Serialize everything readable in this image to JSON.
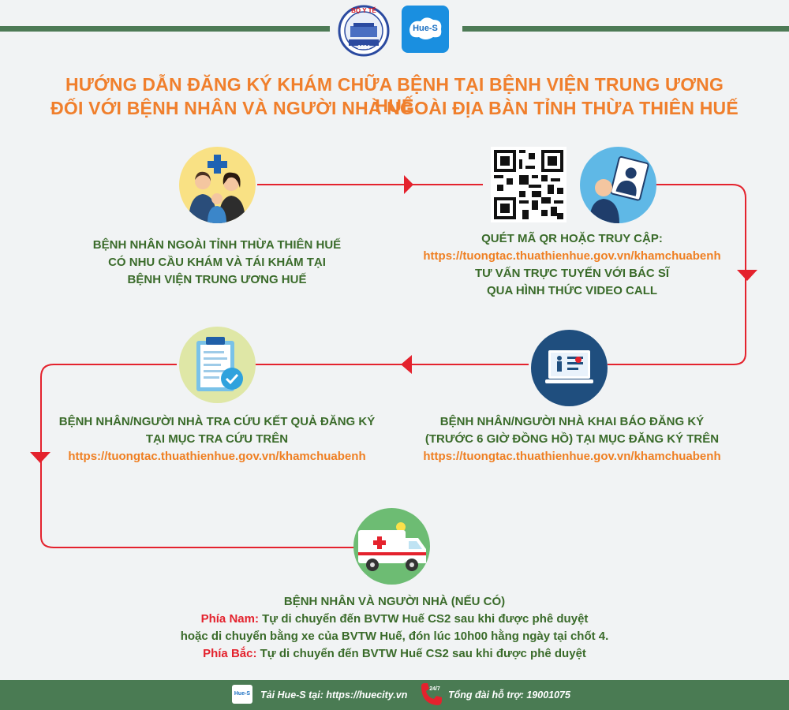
{
  "header": {
    "title_line1": "HƯỚNG DẪN ĐĂNG KÝ KHÁM CHỮA BỆNH TẠI BỆNH VIỆN TRUNG ƯƠNG HUẾ",
    "title_line2": "ĐỐI VỚI BỆNH NHÂN VÀ NGƯỜI NHÀ NGOÀI ĐỊA BÀN TỈNH THỪA THIÊN HUẾ",
    "logo_left_text_top": "BỘ Y TẾ",
    "logo_left_text_year": "1894",
    "logo_right_text": "Hue-S"
  },
  "steps": {
    "step1": {
      "line1": "BỆNH NHÂN NGOÀI TỈNH THỪA THIÊN HUẾ",
      "line2": "CÓ NHU CẦU KHÁM VÀ TÁI KHÁM TẠI",
      "line3": "BỆNH VIỆN TRUNG ƯƠNG HUẾ"
    },
    "step2": {
      "line1": "QUÉT MÃ QR HOẶC TRUY CẬP:",
      "link": "https://tuongtac.thuathienhue.gov.vn/khamchuabenh",
      "line3": "TƯ VẤN TRỰC TUYẾN VỚI BÁC SĨ",
      "line4": "QUA HÌNH THỨC VIDEO CALL"
    },
    "step3": {
      "line1": "BỆNH NHÂN/NGƯỜI NHÀ KHAI BÁO ĐĂNG KÝ",
      "line2": "(TRƯỚC 6 GIỜ ĐỒNG HỒ) TẠI MỤC ĐĂNG KÝ TRÊN",
      "link": "https://tuongtac.thuathienhue.gov.vn/khamchuabenh"
    },
    "step4": {
      "line1": "BỆNH NHÂN/NGƯỜI NHÀ TRA CỨU KẾT QUẢ ĐĂNG KÝ",
      "line2": "TẠI MỤC TRA CỨU TRÊN",
      "link": "https://tuongtac.thuathienhue.gov.vn/khamchuabenh"
    },
    "step5": {
      "line1": "BỆNH NHÂN VÀ NGƯỜI NHÀ (NẾU CÓ)",
      "south_label": "Phía Nam:",
      "south_text": "Tự di chuyển đến BVTW Huế CS2 sau khi được phê duyệt",
      "south_text2": "hoặc di chuyển bằng xe của BVTW Huế, đón lúc 10h00 hằng ngày tại chốt 4.",
      "north_label": "Phía Bắc:",
      "north_text": "Tự di chuyển đến BVTW Huế CS2 sau khi được phê duyệt"
    }
  },
  "footer": {
    "app_icon_text": "Hue-S",
    "download_text": "Tải Hue-S tại: https://huecity.vn",
    "hotline_icon_text": "24/7",
    "hotline_text": "Tổng đài hỗ trợ: 19001075"
  },
  "colors": {
    "accent_orange": "#f07f2c",
    "flow_red": "#e4222d",
    "text_green": "#3a6b2a",
    "bar_green": "#4a7b53"
  }
}
